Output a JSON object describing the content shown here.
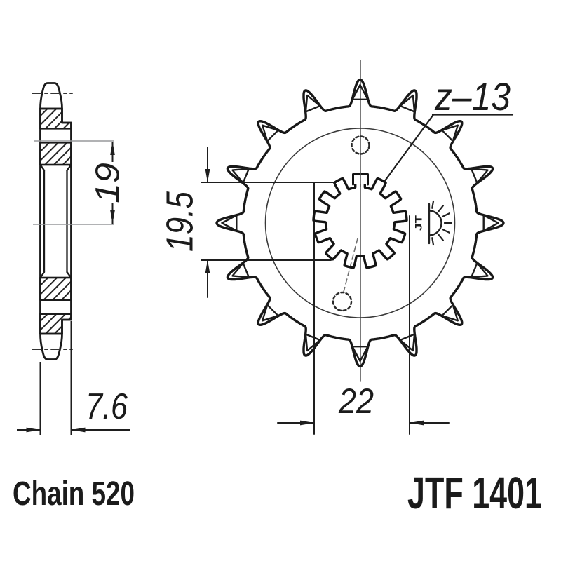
{
  "labels": {
    "teeth_count": "z–13",
    "hub_length": "19",
    "spline_height": "19.5",
    "spline_width": "22",
    "thickness": "7.6",
    "chain": "Chain 520",
    "part_number": "JTF 1401",
    "logo_mark": "JT"
  },
  "colors": {
    "line": "#1a1a1a",
    "thin_line": "#97999c",
    "background": "#ffffff"
  },
  "icons": [
    {
      "name": "jt-sunburst-logo",
      "shape": "half-sun with rays"
    }
  ]
}
